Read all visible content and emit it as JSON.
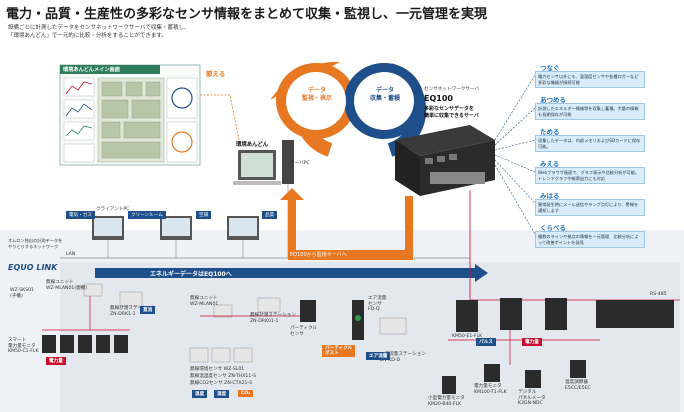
{
  "title": "電力・品質・生産性の多彩なセンサ情報をまとめて収集・監視し、一元管理を実現",
  "intro": [
    "設備ごとに計測したデータをセンサネットワークサーバで収集・蓄積し、",
    "「環境あんどん」で一元的に比較・分析をすることができます。"
  ],
  "screen": {
    "title": "環境あんどんメイン画面",
    "callout": "節える"
  },
  "arrows": {
    "monitor": "データ\n監視・表示",
    "collect": "データ\n収集・蓄積"
  },
  "pc": {
    "label": "環境あんどん",
    "server_label": "サーバPC"
  },
  "server": {
    "caption": "センサネットワークサーバ",
    "name": "EQ100",
    "desc": "多彩なセンサデータを\n簡単に収集できるサーバ"
  },
  "features": [
    {
      "title": "つなぐ",
      "text": "電力センサ以外にも、温湿度センサや各種ロガーなど多彩な機器が接続可能"
    },
    {
      "title": "あつめる",
      "text": "計測したエネルギー情報等を収集し蓄積。大量の情報も長期保存が可能"
    },
    {
      "title": "ためる",
      "text": "収集したデータは、内部メモリおよびSDカードに保存可能。"
    },
    {
      "title": "みえる",
      "text": "Webブラウザ画面で、グラフ表示や比較分析が可能。トレンドグラフや帳票出力にも対応"
    },
    {
      "title": "みはる",
      "text": "異常発生時にメール送信やランプ点灯により、警報を通知します"
    },
    {
      "title": "くらべる",
      "text": "複数のラインや拠点の情報を一元管理、比較分析によって改善ポイントを発見"
    }
  ],
  "network": {
    "client_pc": "クライアントPC",
    "lan": "LAN",
    "equo_caption": "オムロン独自の計測データをやりとりするネットワーク",
    "equo": "EQUO LINK",
    "energy_bus": "エネルギーデータはEQ100へ",
    "to_server": "EQ100から監視サーバへ",
    "rs485": "RS-485",
    "pc_tags": [
      "電気・ガス",
      "クリーンルーム",
      "空調",
      "品質"
    ]
  },
  "devices": {
    "wz_sk": "WZ-SKS01\n(子機)",
    "wireless_unit_1": "無線ユニット\nWZ-MLAN01(親機)",
    "measure_station": "無線計測ステーション\nZN-DRK1-1",
    "wireless_unit_2": "無線ユニット\nWZ-MLAN01",
    "measure_station_2": "無線計測ステーション\nZN-DRK01-1",
    "smart_power": "スマート\n電力量モニタ\nKM50-C1-FLK",
    "particle": "パーティクル\nセンサ",
    "air_sensor": "エア流量\nセンサ\nFD-Q",
    "air_station": "エア流量ステーション\nZN-KD-D",
    "wireless_sensors": [
      "無線環境センサ WZ-SL01",
      "無線温湿度センサ ZN-THX11-S",
      "無線CO2センサ ZN-CTX21-S"
    ],
    "env_labels": [
      "温度",
      "湿度",
      "CO₂"
    ],
    "power_monitor_1": "KM50-E1-FLK",
    "power_monitor_2": "小型電力量モニタ\nKM20-B40-FLK",
    "power_monitor_3": "電力量モニタ\nKM100-T1-FLK",
    "digital_panel": "デジタル\nパネルメータ\nK3GN-NDC",
    "temp_ctrl": "温度調節器\nE5CC/E5EC"
  },
  "labels": {
    "power": "電力量",
    "pressure": "直流",
    "particle_dust": "パーティクル\nダスト",
    "air": "エア流量",
    "pulse": "パルス",
    "power2": "電力量",
    "temp": "温度"
  },
  "colors": {
    "orange": "#e87722",
    "blue": "#1f4f8a",
    "red": "#c8102e",
    "green": "#2f7d5a"
  }
}
